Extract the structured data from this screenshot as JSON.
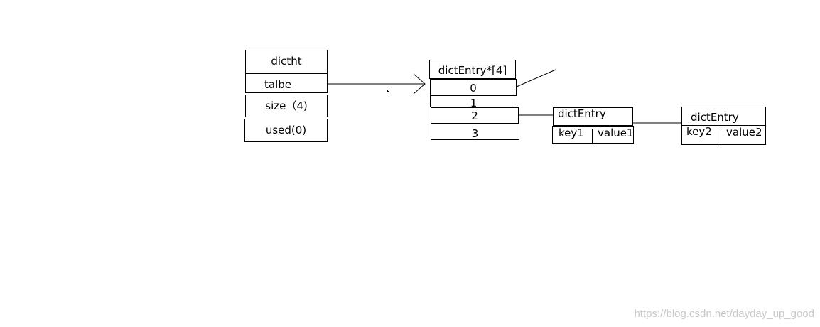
{
  "dictht": {
    "title": "dictht",
    "table_label": "talbe",
    "size_label": "size（4)",
    "used_label": "used(0)"
  },
  "buckets": {
    "title": "dictEntry*[4]",
    "slots": [
      "0",
      "1",
      "2",
      "3"
    ]
  },
  "entry1": {
    "title": "dictEntry",
    "key": "key1",
    "value": "value1"
  },
  "entry2": {
    "title": "dictEntry",
    "key": "key2",
    "value": "value2"
  },
  "watermark": "https://blog.csdn.net/dayday_up_good"
}
